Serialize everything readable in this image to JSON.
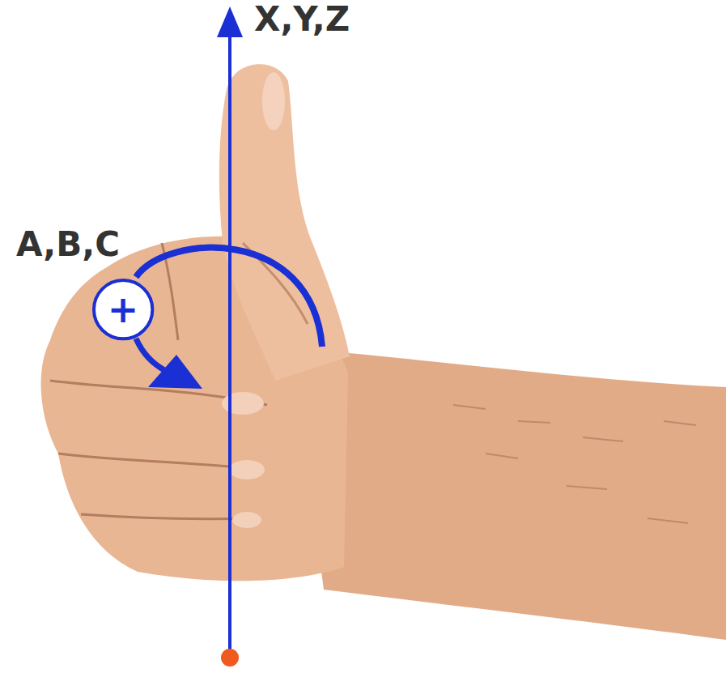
{
  "diagram": {
    "nodes": [
      {
        "text": [
          "+"
        ]
      }
    ],
    "labels": [
      "X,Y,Z",
      "A,B,C"
    ]
  }
}
